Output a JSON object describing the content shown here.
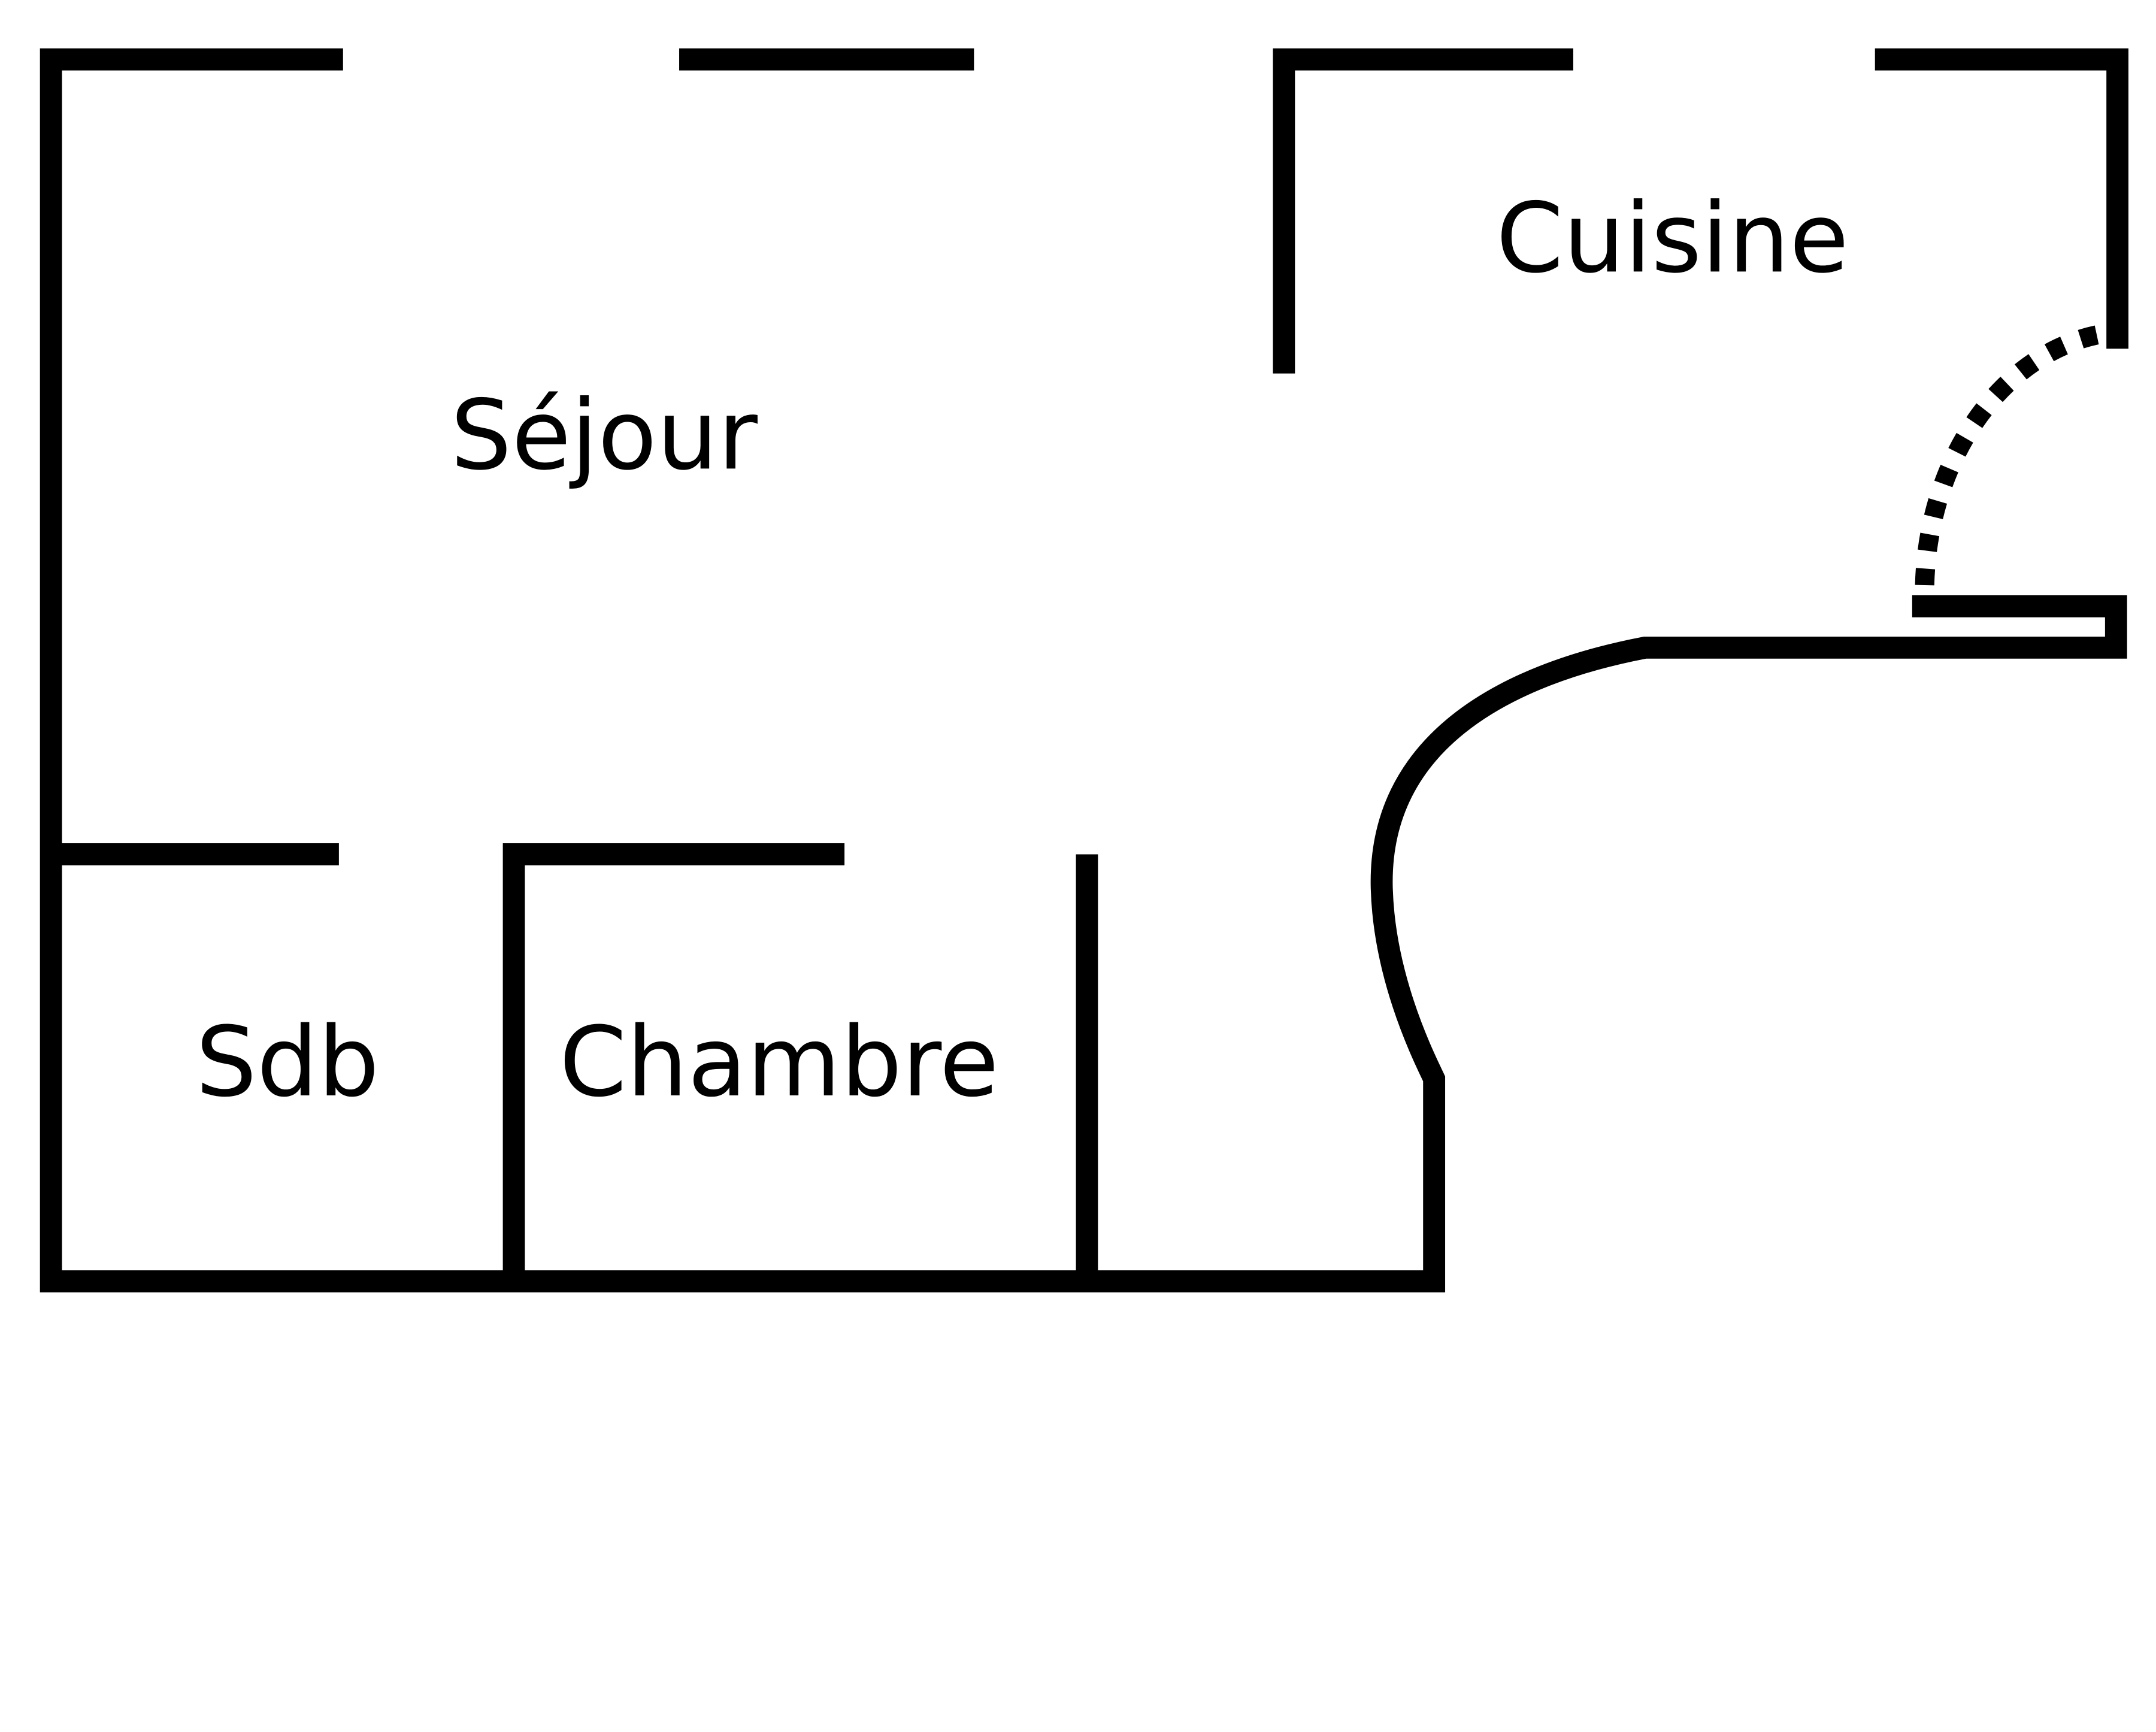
{
  "title": "Floor plan",
  "rooms": {
    "sejour": "Séjour",
    "cuisine": "Cuisine",
    "sdb": "Sdb",
    "chambre": "Chambre"
  },
  "colors": {
    "wall": "#000000",
    "background": "#ffffff"
  }
}
